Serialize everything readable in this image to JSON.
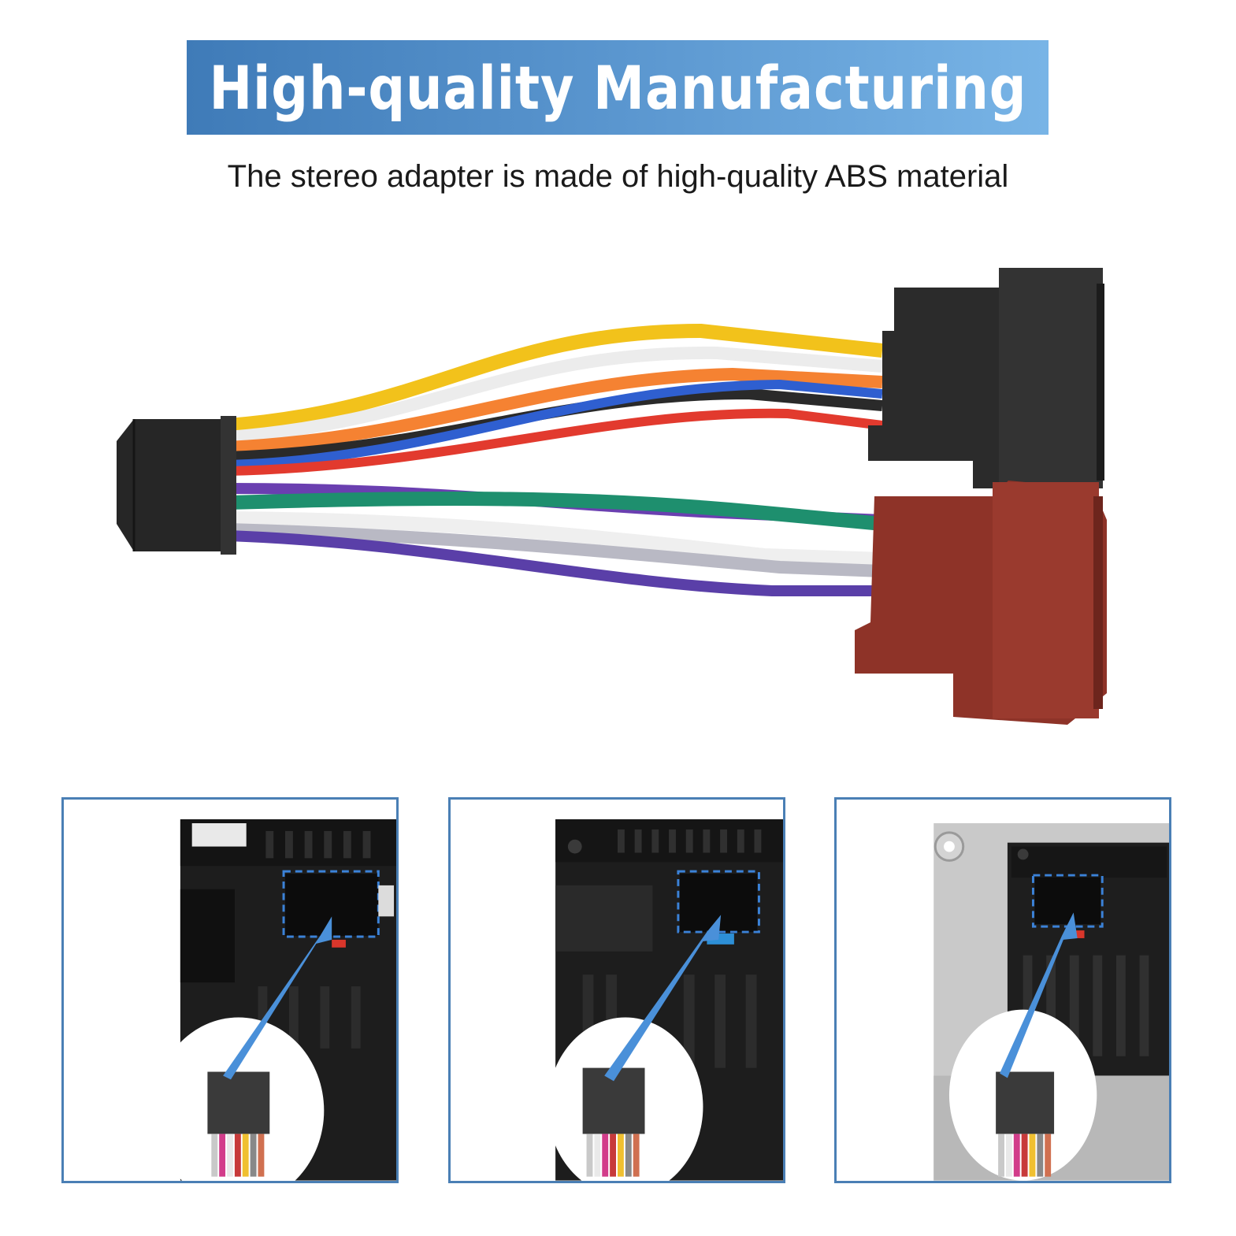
{
  "banner": {
    "title": "High-quality Manufacturing"
  },
  "subtitle": "The stereo adapter is made of high-quality ABS material",
  "colors": {
    "banner_start": "#3f7bb8",
    "banner_end": "#78b4e6",
    "panel_border": "#4a7fb5",
    "arrow": "#4a90d9",
    "connector_black": "#2b2b2b",
    "connector_red": "#8e3328"
  },
  "wires_top": [
    "#f2c21b",
    "#f0f0f0",
    "#f58232",
    "#2a2a2a",
    "#2f5fd0",
    "#e23a2e"
  ],
  "wires_bottom": [
    "#6a3fb0",
    "#1e8f6e",
    "#f0f0f0",
    "#b9b9c4",
    "#5a3fa8",
    "#ffffff"
  ],
  "icons": [
    "wiring-harness-image",
    "stereo-back-panel-image",
    "highlight-box-icon",
    "pointer-arrow-icon",
    "connector-plug-image"
  ]
}
